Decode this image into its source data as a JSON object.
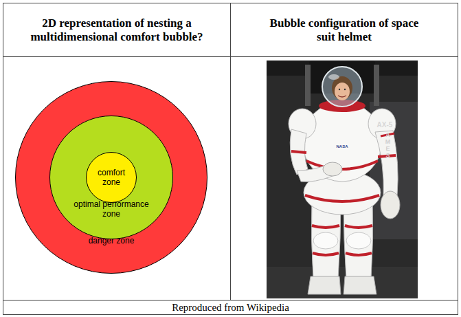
{
  "diagram": {
    "caption": "Reproduced from Wikipedia",
    "nodes": [
      {
        "text": [
          "danger zone"
        ]
      },
      {
        "text": [
          "optimal performance zone"
        ],
        "in": 0
      },
      {
        "text": [
          "comfort zone"
        ],
        "in": 1
      }
    ],
    "labels": [
      "2D representation of nesting a multidimensional comfort bubble?",
      "Bubble configuration of space suit helmet",
      "AX-5",
      "AMES",
      "NASA"
    ]
  }
}
